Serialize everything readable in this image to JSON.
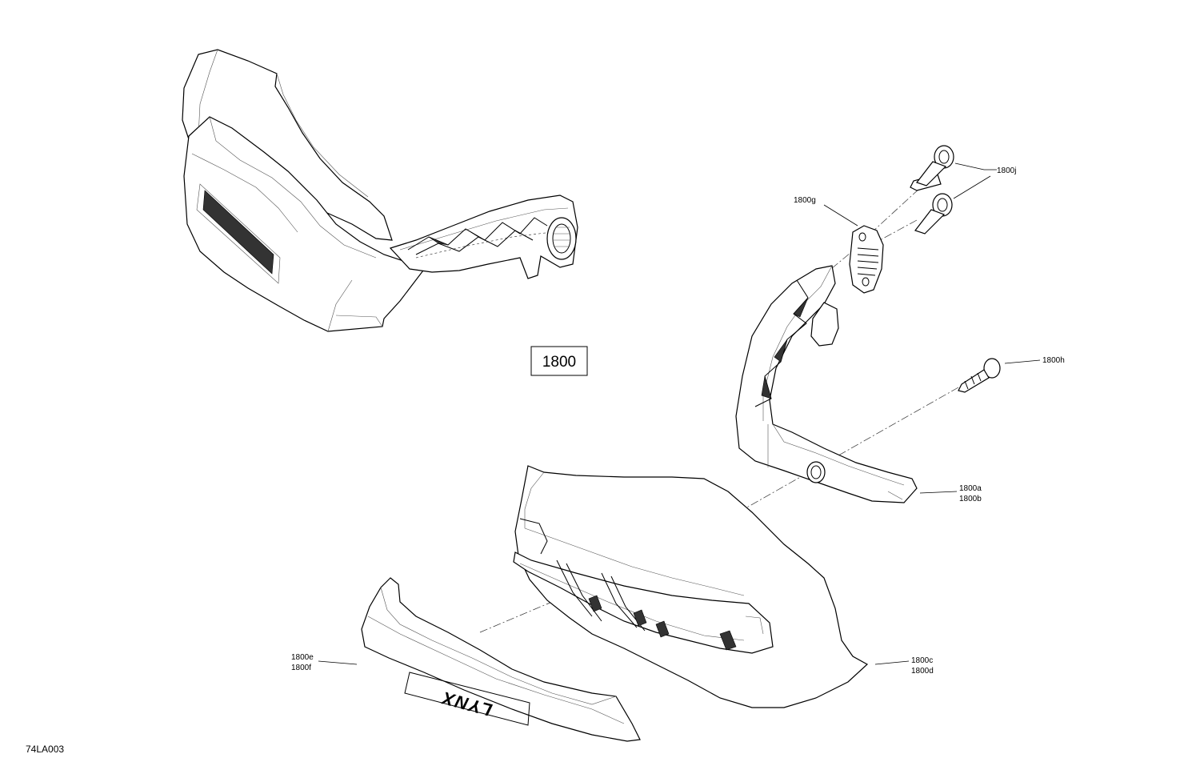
{
  "assembly_label": "1800",
  "figure_id": "74LA003",
  "brand_text": "LYNX",
  "callouts": {
    "c1800j": "1800j",
    "c1800g": "1800g",
    "c1800h": "1800h",
    "c1800a": "1800a",
    "c1800b": "1800b",
    "c1800e": "1800e",
    "c1800f": "1800f",
    "c1800c": "1800c",
    "c1800d": "1800d"
  }
}
